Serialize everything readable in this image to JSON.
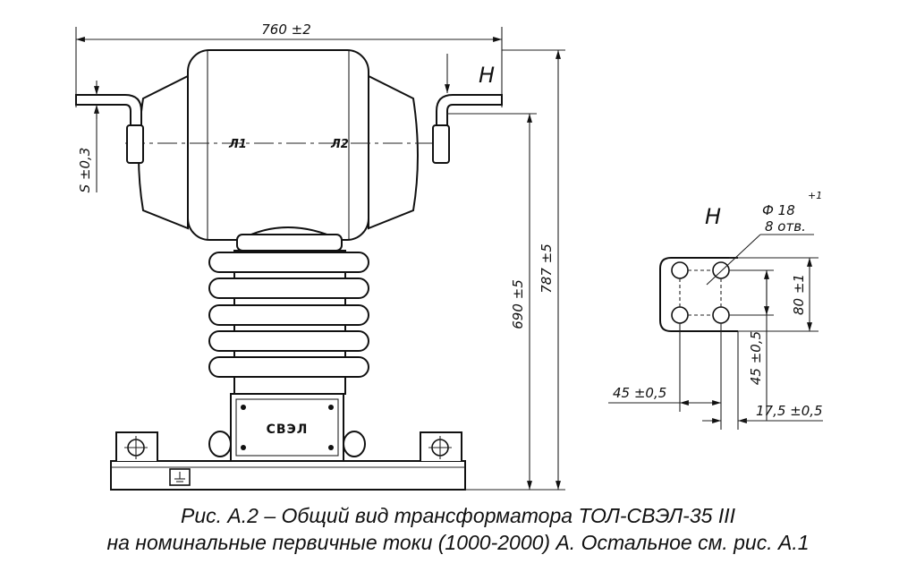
{
  "dimensions": {
    "overall_width": "760 ±2",
    "terminal_thickness": "S ±0,3",
    "height_to_terminal": "690 ±5",
    "overall_height": "787 ±5",
    "hole_diameter": "Ф 18",
    "hole_diameter_tol": "+1",
    "hole_count": "8 отв.",
    "hole_spacing_vertical": "80 ±1",
    "hole_spacing_horizontal": "45 ±0,5",
    "hole_offset_vertical": "45 ±0,5",
    "hole_edge_offset": "17,5 ±0,5"
  },
  "labels": {
    "view_marker": "Н",
    "view_detail_title": "Н",
    "terminal_l1": "Л1",
    "terminal_l2": "Л2",
    "logo": "СВЭЛ"
  },
  "caption": {
    "line1": "Рис. А.2 – Общий вид трансформатора ТОЛ-СВЭЛ-35 III",
    "line2": "на номинальные первичные токи (1000-2000) А. Остальное см. рис. А.1"
  }
}
